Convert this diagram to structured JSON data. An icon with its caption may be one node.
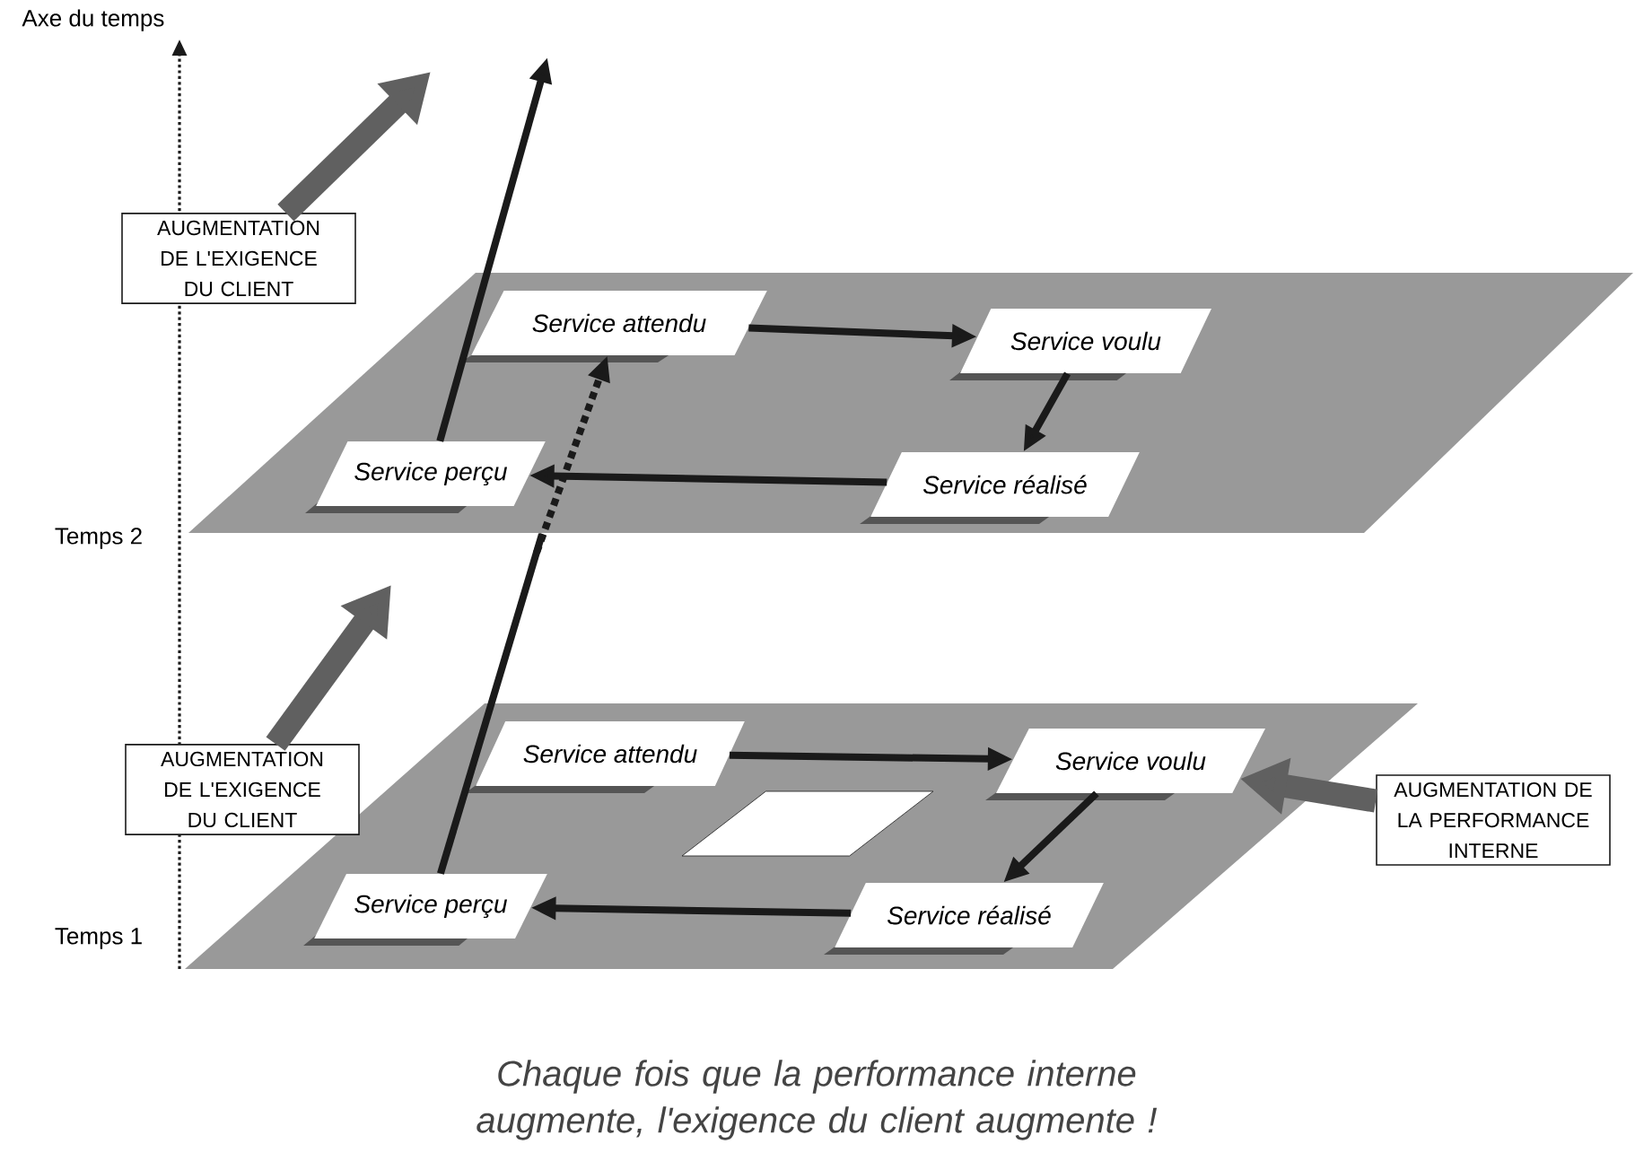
{
  "diagram": {
    "caption": "Chaque fois que la performance interne augmente, l'exigence du client augmente !",
    "nodes": [
      {
        "text": [],
        "shape": "box"
      },
      {
        "text": [
          "Service attendu"
        ],
        "in": 0
      },
      {
        "text": [
          "Service voulu"
        ],
        "in": 0
      },
      {
        "text": [
          "Service perçu"
        ],
        "in": 0
      },
      {
        "text": [
          "Service réalisé"
        ],
        "in": 0
      },
      {
        "text": [],
        "shape": "box"
      },
      {
        "text": [
          "Service attendu"
        ],
        "in": 5
      },
      {
        "text": [
          "Service voulu"
        ],
        "in": 5
      },
      {
        "text": [],
        "shape": "box",
        "in": 5
      },
      {
        "text": [
          "Service perçu"
        ],
        "in": 5
      },
      {
        "text": [
          "Service réalisé"
        ],
        "in": 5
      },
      {
        "text": [
          "AUGMENTATION DE L'EXIGENCE DU CLIENT"
        ]
      },
      {
        "text": [
          "AUGMENTATION DE L'EXIGENCE DU CLIENT"
        ]
      },
      {
        "text": [
          "AUGMENTATION DE LA PERFORMANCE INTERNE"
        ]
      }
    ],
    "edges": [
      {
        "from": 1,
        "to": 2,
        "arrow": "to"
      },
      {
        "from": 2,
        "to": 4,
        "arrow": "to"
      },
      {
        "from": 4,
        "to": 3,
        "arrow": "to"
      },
      {
        "from": 6,
        "to": 7,
        "arrow": "to"
      },
      {
        "from": 7,
        "to": 10,
        "arrow": "to"
      },
      {
        "from": 10,
        "to": 9,
        "arrow": "to"
      },
      {
        "from": 9,
        "to": 0,
        "arrow": "none"
      },
      {
        "from": null,
        "to": 1,
        "arrow": "to",
        "style": "dashed"
      },
      {
        "from": 3,
        "to": null,
        "arrow": "to"
      },
      {
        "from": 11,
        "to": null,
        "arrow": "to",
        "style": "thick",
        "color": "#606060"
      },
      {
        "from": 12,
        "to": null,
        "arrow": "to",
        "style": "thick",
        "color": "#606060"
      },
      {
        "from": 13,
        "to": 7,
        "arrow": "to",
        "style": "thick",
        "color": "#606060"
      }
    ],
    "labels": [
      "Axe du temps",
      "Temps 2",
      "Temps 1"
    ]
  }
}
